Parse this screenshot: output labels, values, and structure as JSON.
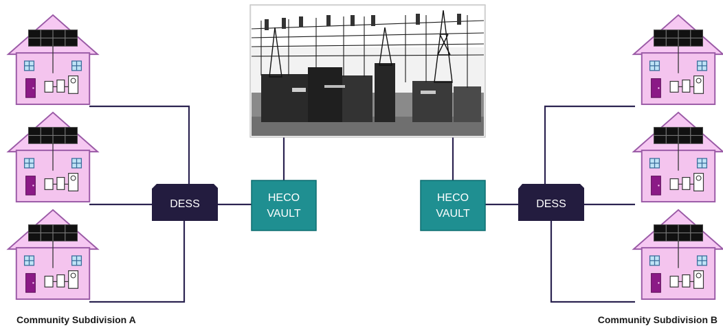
{
  "colors": {
    "wire": "#2b2350",
    "dess_fill": "#231c3f",
    "vault_fill": "#1f8f91",
    "vault_stroke": "#0d6d70",
    "house_fill": "#f4c4ee",
    "house_stroke": "#9a5aa6",
    "roof_fill": "#f6c8f2",
    "door": "#8b1a86",
    "panel": "#111111",
    "window": "#bfe3f6"
  },
  "dess_left": {
    "label": "DESS"
  },
  "dess_right": {
    "label": "DESS"
  },
  "vault_left": {
    "line1": "HECO",
    "line2": "VAULT"
  },
  "vault_right": {
    "line1": "HECO",
    "line2": "VAULT"
  },
  "substation": {
    "icon": "power-substation-photo"
  },
  "caption_left": "Community  Subdivision A",
  "caption_right": "Community  Subdivision B",
  "house_icon": "house-with-solar-panel-icon"
}
